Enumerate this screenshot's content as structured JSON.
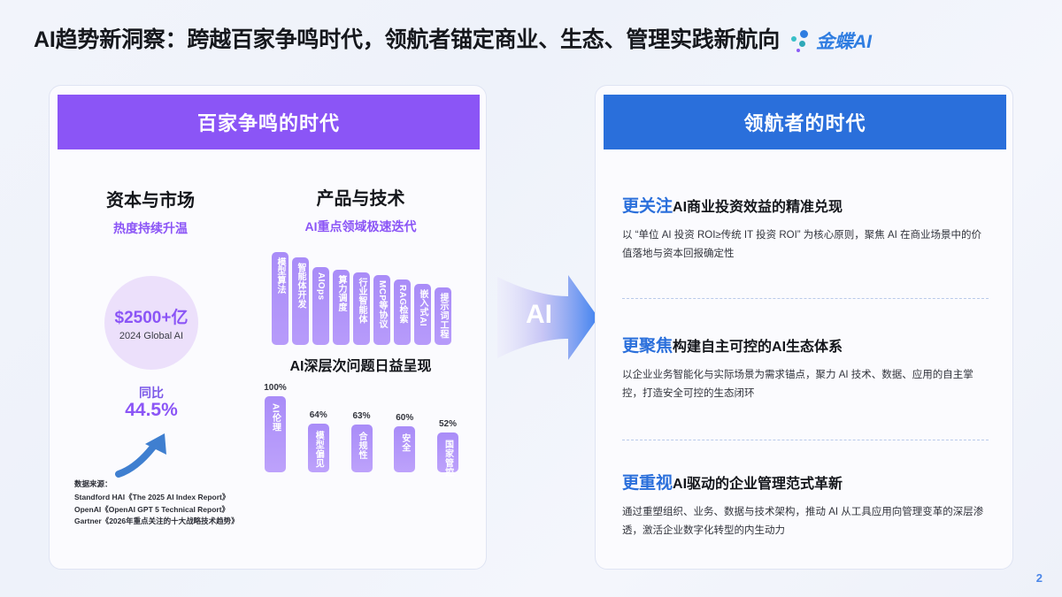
{
  "header": {
    "title": "AI趋势新洞察：跨越百家争鸣时代，领航者锚定商业、生态、管理实践新航向",
    "logo_text": "金蝶AI"
  },
  "left_card": {
    "banner": "百家争鸣的时代",
    "capital": {
      "title": "资本与市场",
      "subtitle": "热度持续升温",
      "circle_value": "$2500+亿",
      "circle_caption": "2024 Global AI",
      "yoy_label": "同比",
      "yoy_value": "44.5%"
    },
    "product": {
      "title": "产品与技术",
      "subtitle": "AI重点领域极速迭代"
    },
    "issues_title": "AI深层次问题日益呈现",
    "sources": {
      "head": "数据来源：",
      "lines": [
        "Standford HAI《The 2025 AI Index Report》",
        "OpenAI《OpenAI GPT 5 Technical Report》",
        "Gartner《2026年重点关注的十大战略技术趋势》"
      ]
    }
  },
  "middle": {
    "arrow_label": "AI"
  },
  "right_card": {
    "banner": "领航者的时代",
    "points": [
      {
        "accent": "更关注",
        "title": "AI商业投资效益的精准兑现",
        "body": "以 “单位 AI 投资 ROI≥传统 IT 投资 ROI” 为核心原则，聚焦 AI 在商业场景中的价值落地与资本回报确定性"
      },
      {
        "accent": "更聚焦",
        "title": "构建自主可控的AI生态体系",
        "body": "以企业业务智能化与实际场景为需求锚点，聚力 AI 技术、数据、应用的自主掌控，打造安全可控的生态闭环"
      },
      {
        "accent": "更重视",
        "title": "AI驱动的企业管理范式革新",
        "body": "通过重塑组织、业务、数据与技术架构，推动 AI 从工具应用向管理变革的深层渗透，激活企业数字化转型的内生动力"
      }
    ]
  },
  "footer": {
    "page_number": "2"
  },
  "colors": {
    "purple": "#8b55f6",
    "blue": "#2a6fdb",
    "bar_purple": "#a98cf8",
    "circle_bg": "#ece0fb",
    "card_bg": "#fbfbfe"
  },
  "chart_data": [
    {
      "type": "bar",
      "title": "AI重点领域极速迭代",
      "categories": [
        "模型算法",
        "智能体开发",
        "AIOps",
        "算力调度",
        "行业智能体",
        "MCP等协议",
        "RAG检索",
        "嵌入式AI",
        "提示词工程"
      ],
      "values": [
        100,
        94,
        84,
        81,
        78,
        75,
        70,
        66,
        62
      ],
      "xlabel": "",
      "ylabel": "",
      "ylim": [
        0,
        100
      ],
      "grid": false,
      "legend": "none"
    },
    {
      "type": "bar",
      "title": "AI深层次问题日益呈现",
      "categories": [
        "AI伦理",
        "模型偏见",
        "合规性",
        "安全",
        "国家管控"
      ],
      "values": [
        100,
        64,
        63,
        60,
        52
      ],
      "value_labels": [
        "100%",
        "64%",
        "63%",
        "60%",
        "52%"
      ],
      "xlabel": "",
      "ylabel": "",
      "ylim": [
        0,
        100
      ],
      "grid": false,
      "legend": "none"
    }
  ]
}
